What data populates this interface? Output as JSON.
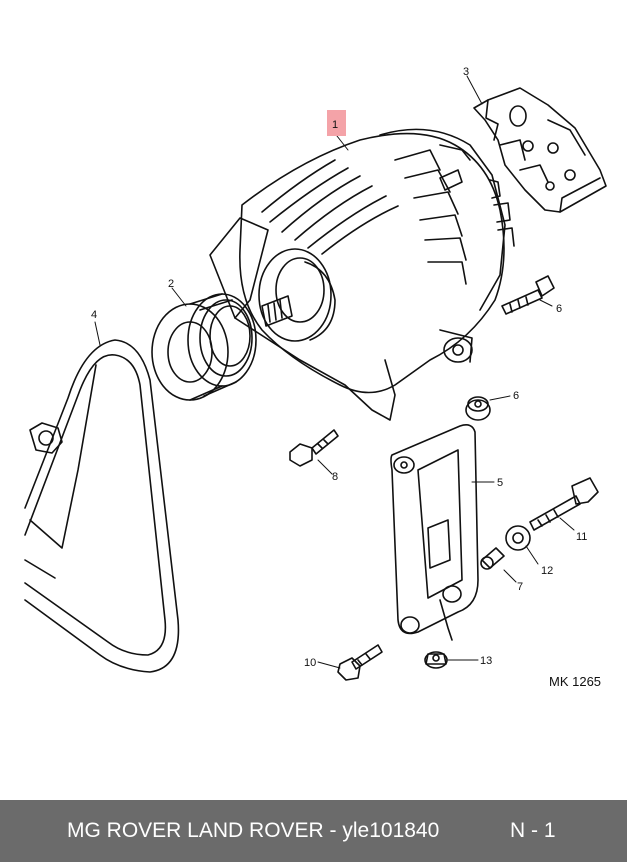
{
  "diagram": {
    "callouts": {
      "c1": "1",
      "c2": "2",
      "c3": "3",
      "c4": "4",
      "c5": "5",
      "c6a": "6",
      "c6b": "6",
      "c7": "7",
      "c8": "8",
      "c10": "10",
      "c11": "11",
      "c12": "12",
      "c13": "13"
    },
    "highlighted_callout": "1",
    "highlight_color": "#f4a3a8",
    "reference_code": "MK 1265"
  },
  "footer": {
    "title": "MG ROVER LAND ROVER - yle101840",
    "code": "N - 1",
    "background": "#6b6b6b"
  }
}
